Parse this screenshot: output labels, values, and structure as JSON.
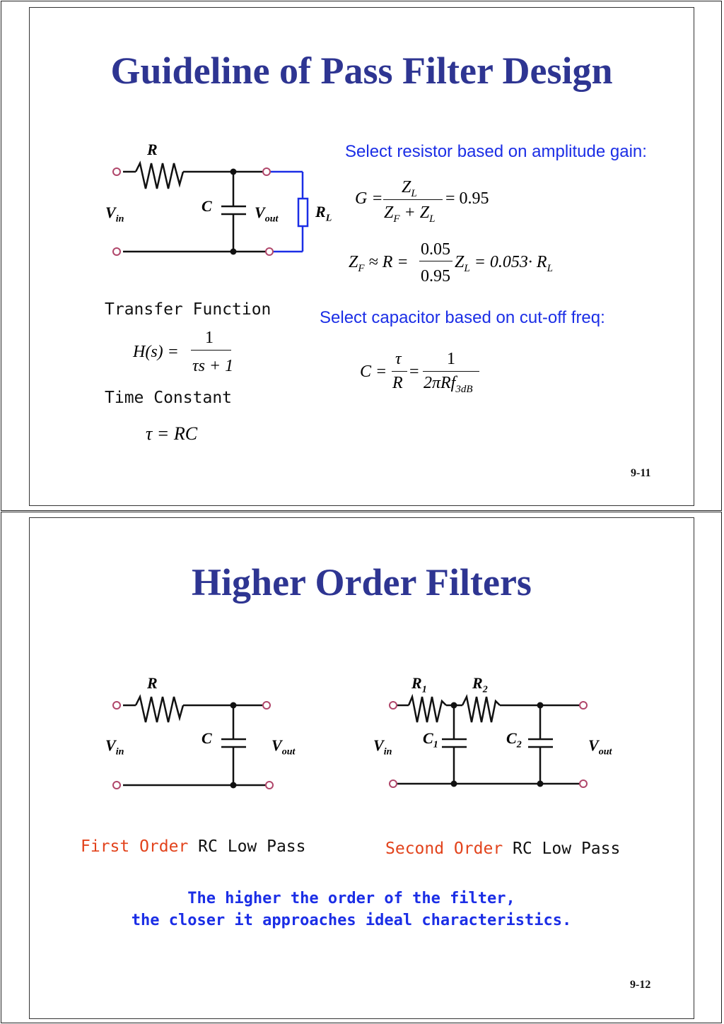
{
  "slide1": {
    "title": "Guideline of Pass Filter Design",
    "circuit_labels": {
      "r": "R",
      "c": "C",
      "vin_main": "V",
      "vin_sub": "in",
      "vout_main": "V",
      "vout_sub": "out",
      "rl_main": "R",
      "rl_sub": "L"
    },
    "transfer_function_label": "Transfer Function",
    "time_constant_label": "Time Constant",
    "resistor_note": "Select resistor based on amplitude gain:",
    "capacitor_note": "Select capacitor based on cut-off freq:",
    "equations": {
      "hs_lhs": "H(s) =",
      "hs_num": "1",
      "hs_den": "τs + 1",
      "tau": "τ = RC",
      "g_lhs": "G =",
      "g_num": "Z",
      "g_num_sub": "L",
      "g_den": "Z",
      "g_den_sub1": "F",
      "g_den_plus": " + Z",
      "g_den_sub2": "L",
      "g_rhs": "= 0.95",
      "zf_lhs": "Z",
      "zf_lhs_sub": "F",
      "zf_approx": " ≈ R =",
      "zf_num": "0.05",
      "zf_den": "0.95",
      "zf_mid": "Z",
      "zf_mid_sub": "L",
      "zf_rhs": " = 0.053· R",
      "zf_rhs_sub": "L",
      "c_lhs": "C =",
      "c_num1": "τ",
      "c_den1": "R",
      "c_eq": "=",
      "c_num2": "1",
      "c_den2": "2πRf",
      "c_den2_sub": "3dB"
    },
    "page_number": "9-11"
  },
  "slide2": {
    "title": "Higher Order Filters",
    "first_circuit": {
      "r": "R",
      "c": "C",
      "vin_main": "V",
      "vin_sub": "in",
      "vout_main": "V",
      "vout_sub": "out"
    },
    "second_circuit": {
      "r1_main": "R",
      "r1_sub": "1",
      "r2_main": "R",
      "r2_sub": "2",
      "c1_main": "C",
      "c1_sub": "1",
      "c2_main": "C",
      "c2_sub": "2",
      "vin_main": "V",
      "vin_sub": "in",
      "vout_main": "V",
      "vout_sub": "out"
    },
    "first_caption_red": "First Order",
    "first_caption_rest": " RC Low Pass",
    "second_caption_red": "Second Order",
    "second_caption_rest": " RC Low Pass",
    "conclusion_line1": "The higher the order of the filter,",
    "conclusion_line2": "the closer it approaches ideal characteristics.",
    "page_number": "9-12"
  },
  "colors": {
    "title": "#2e3592",
    "note_blue": "#1b2ee6",
    "caption_red": "#e2431c",
    "circuit_wire": "#111111",
    "load_wire": "#1b2ee6",
    "terminal": "#b0466a"
  }
}
